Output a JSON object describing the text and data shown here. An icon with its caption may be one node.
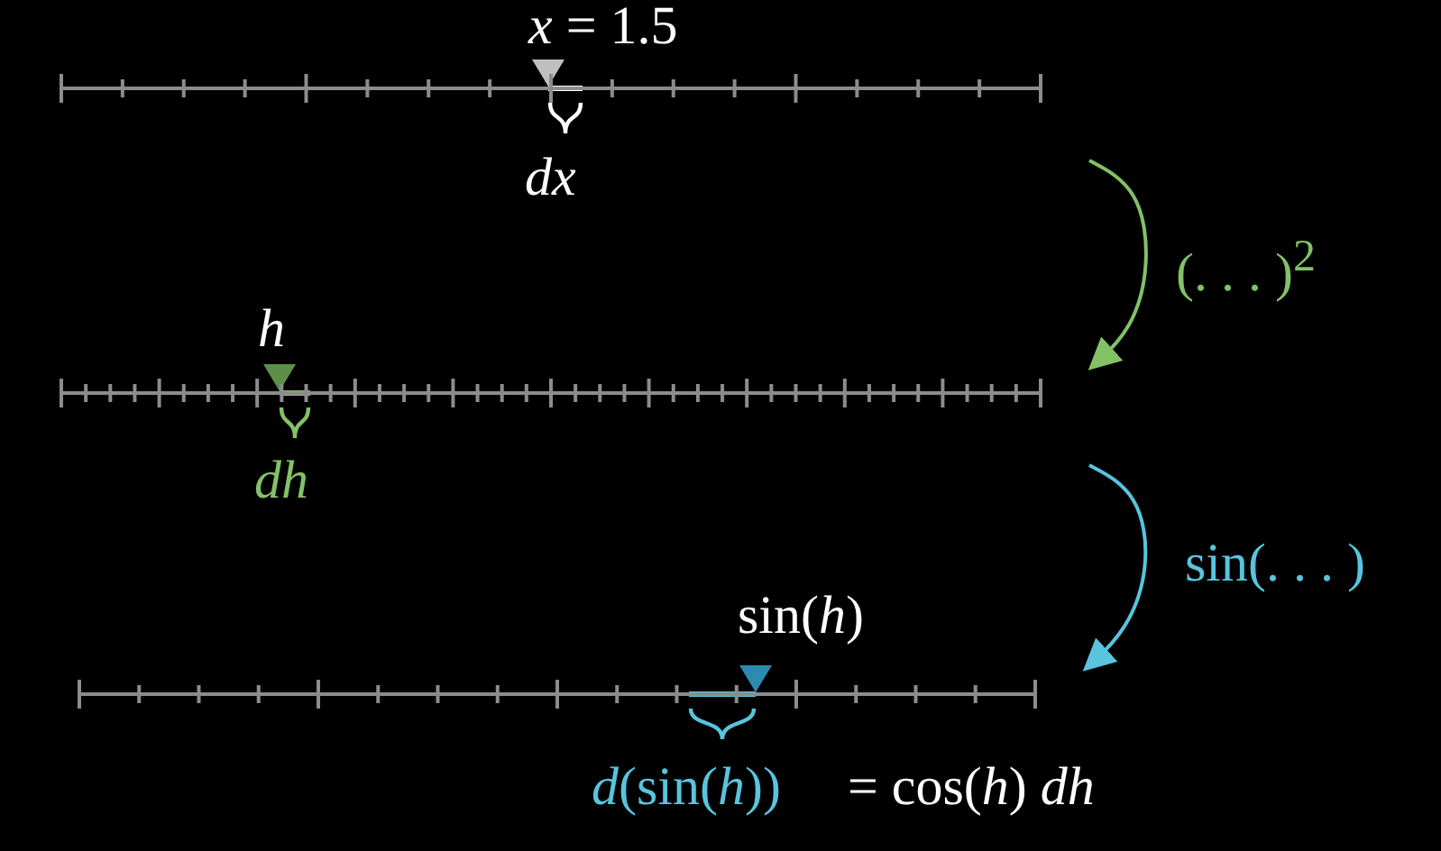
{
  "diagram": {
    "nodes": [
      {
        "text": [],
        "shape": "bar"
      },
      {
        "text": [],
        "shape": "bar"
      },
      {
        "text": [],
        "shape": "bar"
      }
    ],
    "edges": [
      {
        "from": 0,
        "to": 1,
        "arrow": "to",
        "label": "(. . . )$^{2}$",
        "color": "#83c167"
      },
      {
        "from": 1,
        "to": 2,
        "arrow": "to",
        "label": "sin(. . . )",
        "color": "#58c4dd"
      }
    ],
    "labels": [
      "*x* = 1.5",
      "dx",
      "h",
      "dh",
      "sin(*h*)",
      "*d*(sin(*h*))",
      "= cos(*h*) *dh*"
    ]
  }
}
